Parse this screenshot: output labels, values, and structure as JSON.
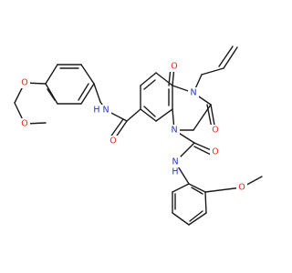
{
  "structure": {
    "atom_labels": {
      "o_diox_1": "O",
      "o_diox_2": "O",
      "n_amide_left": "N",
      "h_amide_left": "H",
      "o_amide_left": "O",
      "o_c4": "O",
      "n3": "N",
      "o_c2": "O",
      "n1": "N",
      "o_acetamide": "O",
      "n_anilide": "N",
      "h_anilide": "H",
      "o_methoxy": "O"
    },
    "colors": {
      "bond": "#1a1a1a",
      "oxygen": "#e8261c",
      "nitrogen": "#2233cc"
    }
  }
}
